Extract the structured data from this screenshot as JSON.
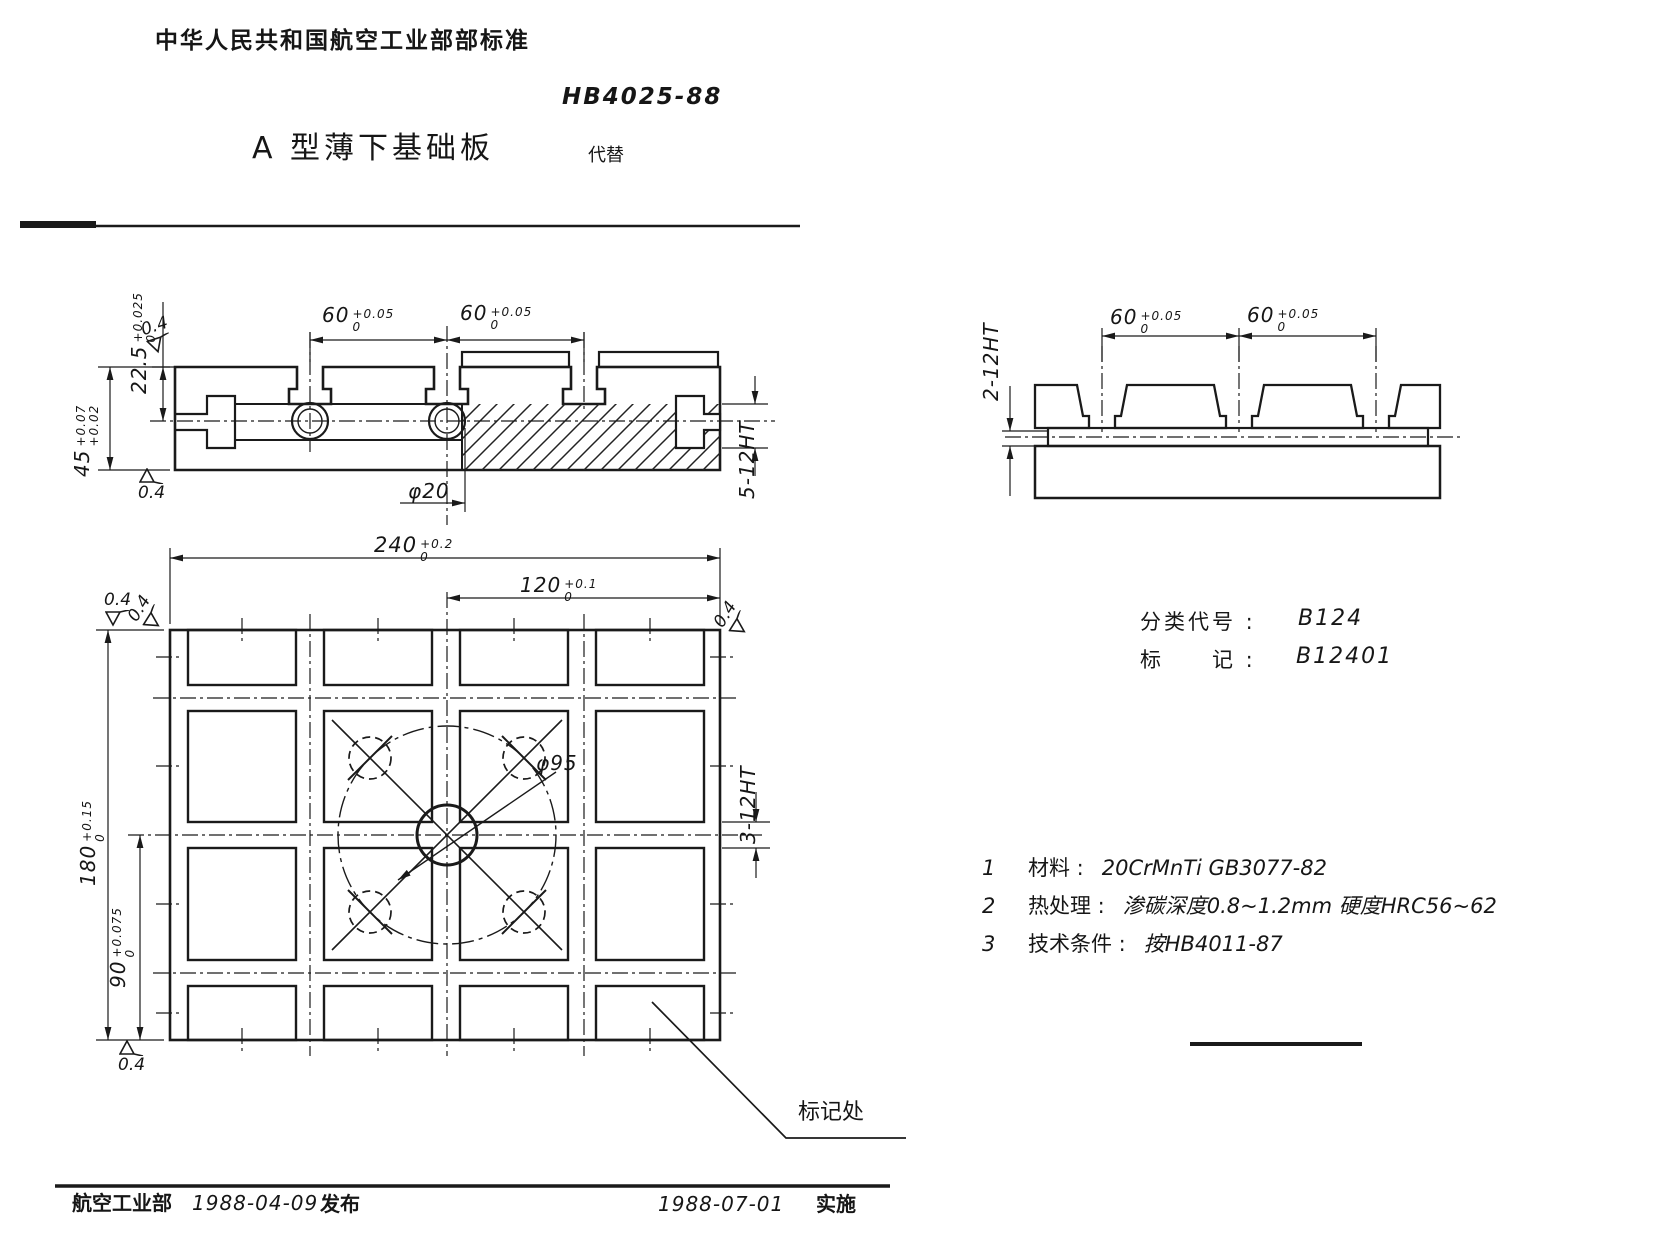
{
  "header": {
    "standard_body": "中华人民共和国航空工业部部标准",
    "standard_number": "HB4025-88",
    "part_title": "A 型薄下基础板",
    "supersedes_label": "代替"
  },
  "classification": {
    "code_label": "分类代号 :",
    "code_value": "B124",
    "mark_label": "标　　记 :",
    "mark_value": "B12401"
  },
  "notes": [
    {
      "num": "1",
      "label": "材料 :",
      "value": "20CrMnTi  GB3077-82"
    },
    {
      "num": "2",
      "label": "热处理 :",
      "value": "渗碳深度0.8~1.2mm 硬度HRC56~62"
    },
    {
      "num": "3",
      "label": "技术条件 :",
      "value": "按HB4011-87"
    }
  ],
  "drawing": {
    "dims": {
      "d60_front_1": {
        "v": "60",
        "sup": "+0.05",
        "sub": "0"
      },
      "d60_front_2": {
        "v": "60",
        "sup": "+0.05",
        "sub": "0"
      },
      "d60_side_1": {
        "v": "60",
        "sup": "+0.05",
        "sub": "0"
      },
      "d60_side_2": {
        "v": "60",
        "sup": "+0.05",
        "sub": "0"
      },
      "d22_5": {
        "v": "22.5",
        "sup": "+0.025",
        "sub": "0"
      },
      "d45": {
        "v": "45",
        "sup": "+0.07",
        "sub": "+0.02"
      },
      "d240": {
        "v": "240",
        "sup": "+0.2",
        "sub": "0"
      },
      "d120": {
        "v": "120",
        "sup": "+0.1",
        "sub": "0"
      },
      "d180": {
        "v": "180",
        "sup": "+0.15",
        "sub": "0"
      },
      "d90": {
        "v": "90",
        "sup": "+0.075",
        "sub": "0"
      },
      "dia20": "φ20",
      "dia95": "φ95",
      "slots_front": "5-12HT",
      "slots_plan": "3-12HT",
      "slots_side": "2-12HT",
      "finish": "0.4",
      "mark_location_label": "标记处"
    }
  },
  "footer": {
    "issuing_body": "航空工业部",
    "issue_date": "1988-04-09",
    "issue_label": "发布",
    "effective_date": "1988-07-01",
    "effective_label": "实施"
  }
}
